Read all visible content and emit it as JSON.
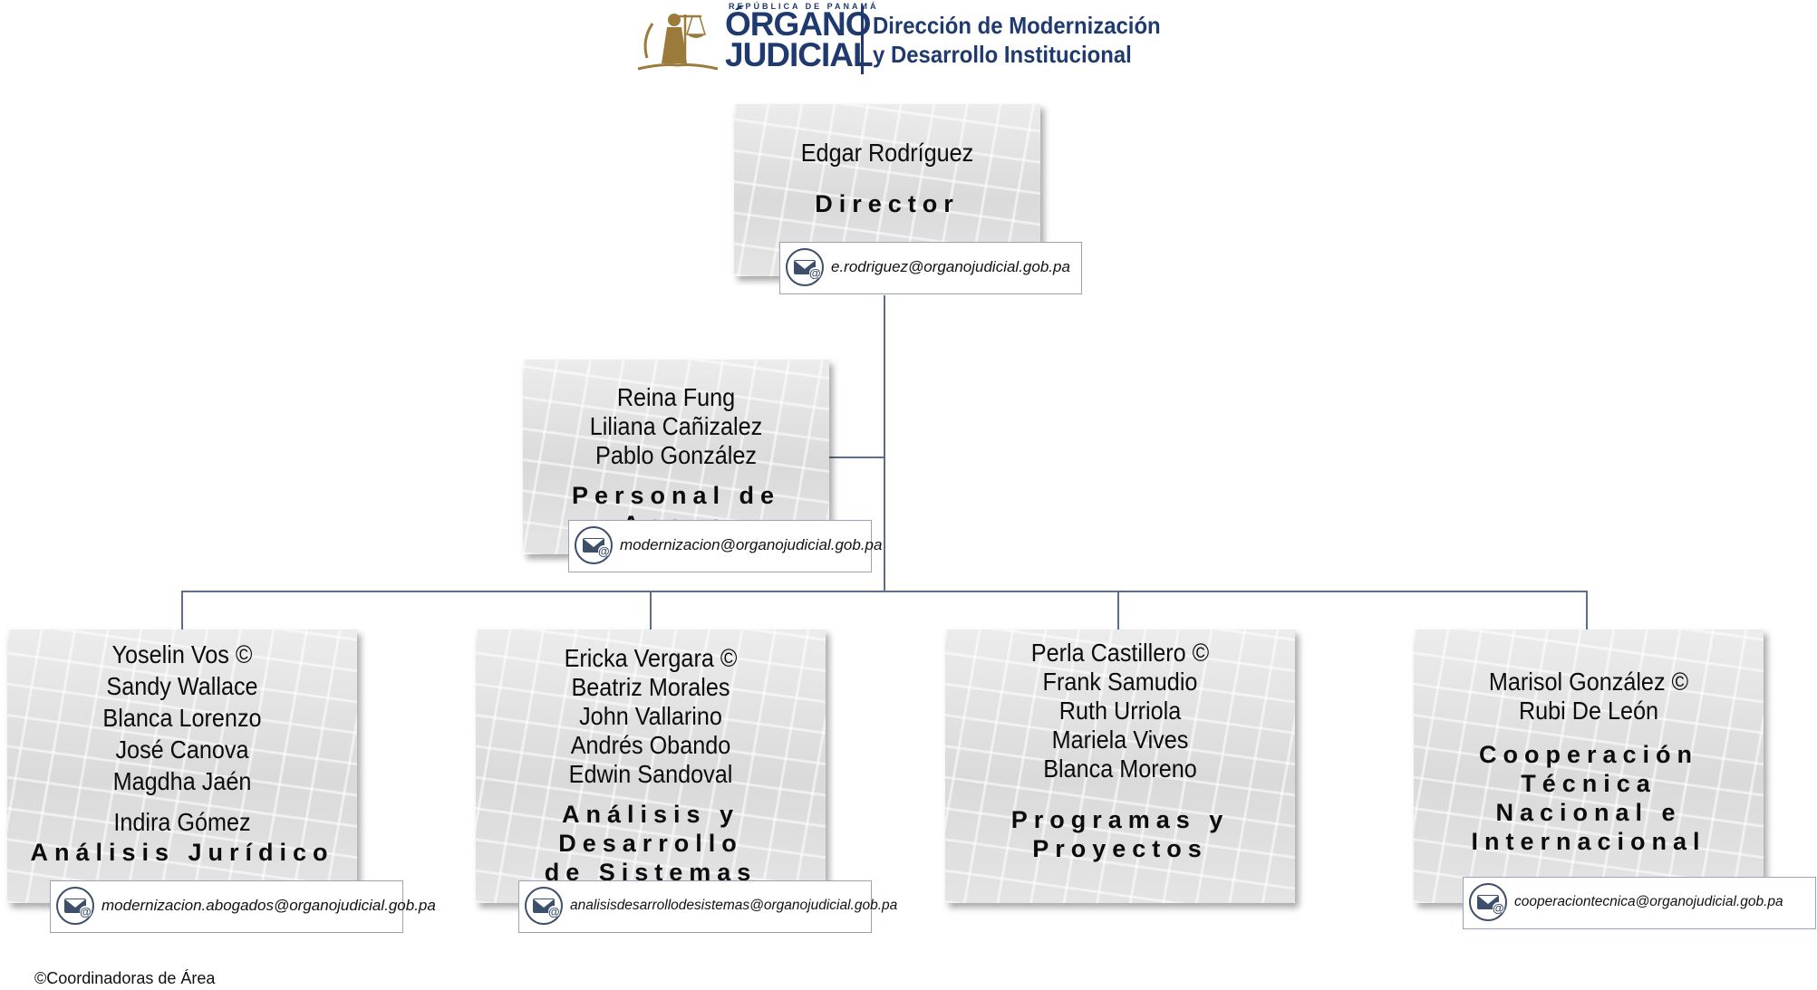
{
  "header": {
    "country": "REPÚBLICA DE PANAMÁ",
    "org_line1": "ÓRGANO",
    "org_line2": "JUDICIAL",
    "dept_line1": "Dirección de Modernización",
    "dept_line2": "y Desarrollo Institucional"
  },
  "director": {
    "names": [
      "Edgar Rodríguez"
    ],
    "role": "Director",
    "email": "e.rodriguez@organojudicial.gob.pa"
  },
  "support": {
    "names": [
      "Reina Fung",
      "Liliana Cañizalez",
      "Pablo González"
    ],
    "role": "Personal de Apoyo",
    "email": "modernizacion@organojudicial.gob.pa"
  },
  "units": [
    {
      "names": [
        "Yoselin Vos ©",
        "Sandy Wallace",
        "Blanca Lorenzo",
        "José Canova",
        "Magdha Jaén",
        "Indira Gómez"
      ],
      "role": "Análisis Jurídico",
      "email": "modernizacion.abogados@organojudicial.gob.pa"
    },
    {
      "names": [
        "Ericka Vergara ©",
        "Beatriz Morales",
        "John Vallarino",
        "Andrés Obando",
        "Edwin Sandoval"
      ],
      "role_line1": "Análisis y Desarrollo",
      "role_line2": "de Sistemas",
      "email": "analisisdesarrollodesistemas@organojudicial.gob.pa"
    },
    {
      "names": [
        "Perla Castillero ©",
        "Frank Samudio",
        "Ruth Urriola",
        "Mariela Vives",
        "Blanca Moreno"
      ],
      "role_line1": "Programas y",
      "role_line2": "Proyectos"
    },
    {
      "names": [
        "Marisol González ©",
        "Rubi De León"
      ],
      "role_line1": "Cooperación Técnica",
      "role_line2": "Nacional e",
      "role_line3": "Internacional",
      "email": "cooperaciontecnica@organojudicial.gob.pa"
    }
  ],
  "footnote": "©Coordinadoras de Área",
  "colors": {
    "brand_navy": "#1f3a6e",
    "seal_gold": "#9c7a3c",
    "connector": "#5c6f88"
  },
  "icons": {
    "email": "envelope-at-icon",
    "seal": "justice-seal-icon"
  }
}
